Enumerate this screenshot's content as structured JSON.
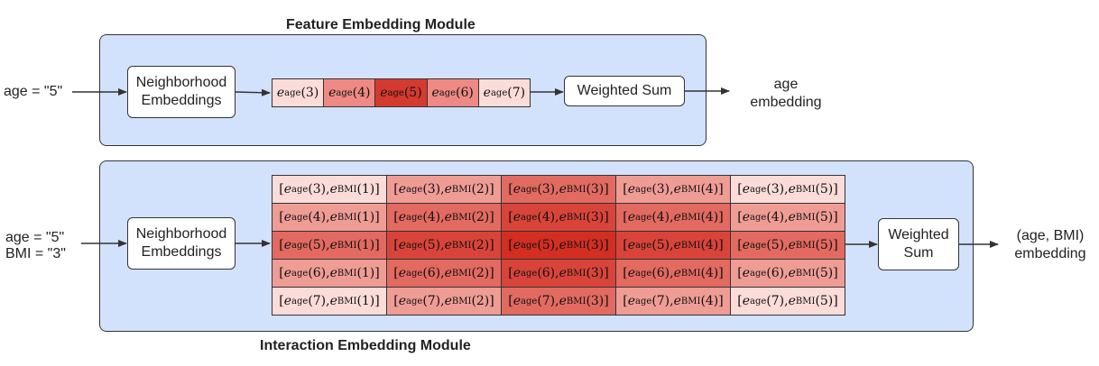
{
  "feature_module": {
    "title": "Feature Embedding Module",
    "input_label": "age = \"5\"",
    "neighborhood_label": "Neighborhood Embeddings",
    "weighted_sum_label": "Weighted Sum",
    "output_label": "age embedding",
    "cells": [
      {
        "func": "e",
        "sub": "age",
        "arg": "(3)",
        "color": "#fbdcd8"
      },
      {
        "func": "e",
        "sub": "age",
        "arg": "(4)",
        "color": "#ee8a83"
      },
      {
        "func": "e",
        "sub": "age",
        "arg": "(5)",
        "color": "#d53a2f"
      },
      {
        "func": "e",
        "sub": "age",
        "arg": "(6)",
        "color": "#ee8a83"
      },
      {
        "func": "e",
        "sub": "age",
        "arg": "(7)",
        "color": "#fbdcd8"
      }
    ]
  },
  "interaction_module": {
    "title": "Interaction Embedding Module",
    "input_label_line1": "age = \"5\"",
    "input_label_line2": "BMI = \"3\"",
    "neighborhood_label": "Neighborhood Embeddings",
    "weighted_sum_label": "Weighted Sum",
    "output_label": "(age, BMI) embedding",
    "row_args": [
      "(3)",
      "(4)",
      "(5)",
      "(6)",
      "(7)"
    ],
    "col_args": [
      "(1)",
      "(2)",
      "(3)",
      "(4)",
      "(5)"
    ],
    "sub_a": "age",
    "sub_b": "BMI",
    "colors": [
      [
        "#fbdcd8",
        "#ef9c95",
        "#e26a61",
        "#ef9c95",
        "#fbdcd8"
      ],
      [
        "#ef9c95",
        "#e26a61",
        "#d9443a",
        "#e26a61",
        "#ef9c95"
      ],
      [
        "#e26a61",
        "#d9443a",
        "#d22e22",
        "#d9443a",
        "#e26a61"
      ],
      [
        "#ef9c95",
        "#e26a61",
        "#d9443a",
        "#e26a61",
        "#ef9c95"
      ],
      [
        "#fbdcd8",
        "#ef9c95",
        "#e26a61",
        "#ef9c95",
        "#fbdcd8"
      ]
    ]
  },
  "colors": {
    "module_fill": "#d3e2fc",
    "stroke": "#333333"
  }
}
